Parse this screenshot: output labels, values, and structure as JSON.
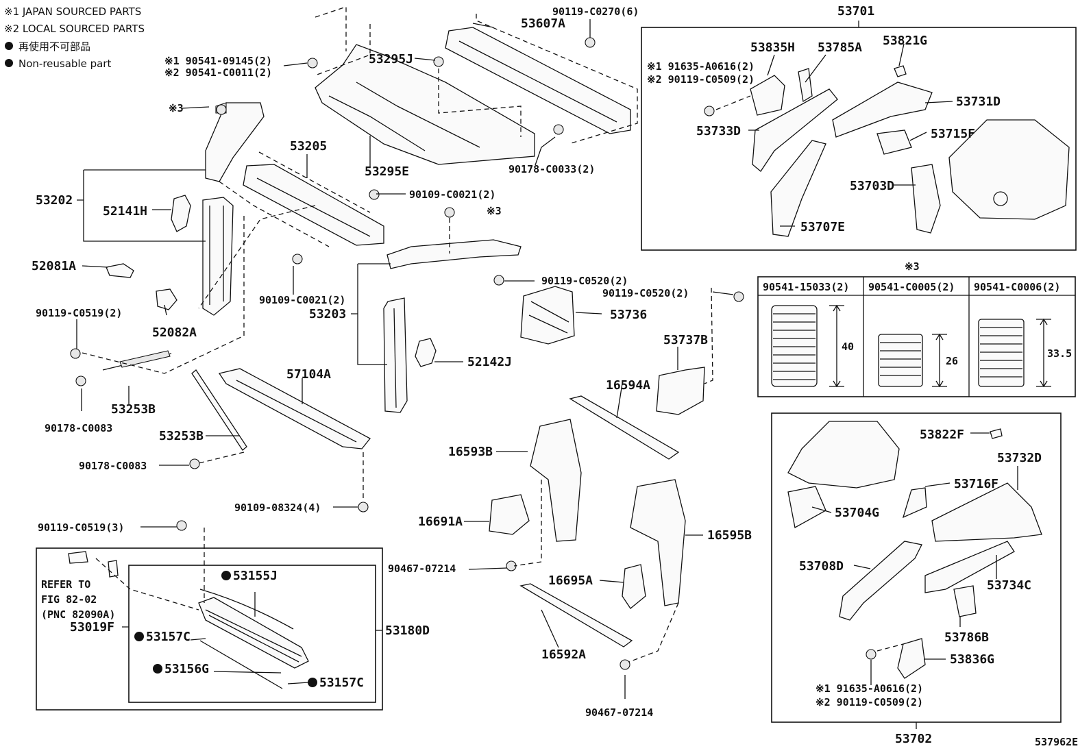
{
  "legend": {
    "note1": "※1 JAPAN SOURCED PARTS",
    "note2": "※2 LOCAL SOURCED PARTS",
    "nonreuse_jp": "再使用不可部品",
    "nonreuse_en": "Non-reusable part"
  },
  "labels": {
    "p53607A": "53607A",
    "p90119_C0270": "90119-C0270(6)",
    "p53701": "53701",
    "p53295J": "53295J",
    "n1_90541_09145": "※1 90541-09145(2)",
    "n2_90541_C0011": "※2 90541-C0011(2)",
    "star3_top": "※3",
    "p53202": "53202",
    "p53205": "53205",
    "p52141H": "52141H",
    "p53295E": "53295E",
    "p90178_C0033": "90178-C0033(2)",
    "p90109_C0021_a": "90109-C0021(2)",
    "star3_mid": "※3",
    "p52081A": "52081A",
    "p90109_C0021_b": "90109-C0021(2)",
    "p90119_C0519_2": "90119-C0519(2)",
    "p52082A": "52082A",
    "p53203": "53203",
    "p90119_C0520_a": "90119-C0520(2)",
    "p90119_C0520_b": "90119-C0520(2)",
    "p53736": "53736",
    "p52142J": "52142J",
    "p53737B": "53737B",
    "p53253B_a": "53253B",
    "p90178_C0083_a": "90178-C0083",
    "p57104A": "57104A",
    "p16594A": "16594A",
    "p53253B_b": "53253B",
    "p90178_C0083_b": "90178-C0083",
    "p16593B": "16593B",
    "p90109_08324": "90109-08324(4)",
    "p16691A": "16691A",
    "p90119_C0519_3": "90119-C0519(3)",
    "p16595B": "16595B",
    "refer1": "REFER TO",
    "refer2": "FIG 82-02",
    "refer3": "(PNC 82090A)",
    "p53155J": "53155J",
    "p90467_07214_a": "90467-07214",
    "p16695A": "16695A",
    "p53019F": "53019F",
    "p53157C_a": "53157C",
    "p53180D": "53180D",
    "p53156G": "53156G",
    "p53157C_b": "53157C",
    "p16592A": "16592A",
    "p90467_07214_b": "90467-07214",
    "p53835H": "53835H",
    "p53785A": "53785A",
    "p53821G": "53821G",
    "n1_91635_A0616_top": "※1 91635-A0616(2)",
    "n2_90119_C0509_top": "※2 90119-C0509(2)",
    "p53731D": "53731D",
    "p53733D": "53733D",
    "p53715F": "53715F",
    "p53703D": "53703D",
    "p53707E": "53707E",
    "p53822F": "53822F",
    "p53732D": "53732D",
    "p53716F": "53716F",
    "p53704G": "53704G",
    "p53708D": "53708D",
    "p53734C": "53734C",
    "p53786B": "53786B",
    "p53836G": "53836G",
    "n1_91635_A0616_bot": "※1 91635-A0616(2)",
    "n2_90119_C0509_bot": "※2 90119-C0509(2)",
    "p53702": "53702",
    "fig_id": "537962E"
  },
  "spring_table": {
    "title": "※3",
    "columns": [
      {
        "part": "90541-15033(2)",
        "length": "40"
      },
      {
        "part": "90541-C0005(2)",
        "length": "26"
      },
      {
        "part": "90541-C0006(2)",
        "length": "33.5"
      }
    ]
  }
}
